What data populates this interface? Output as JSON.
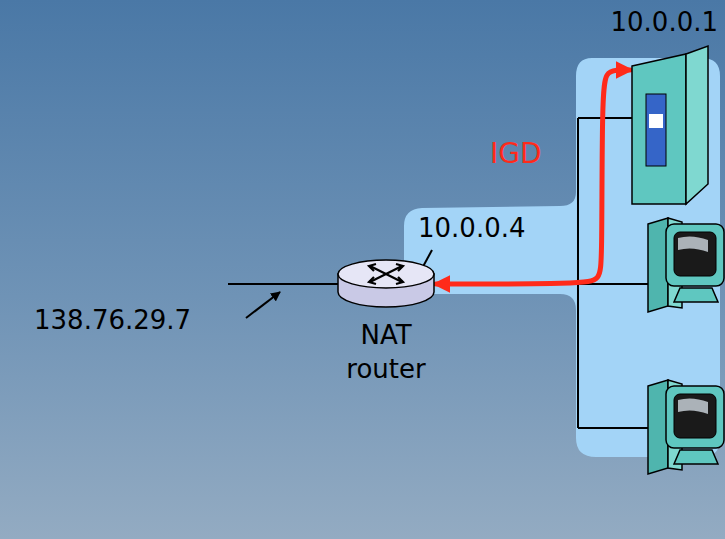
{
  "diagram": {
    "nodes": [
      {
        "text": [
          "NAT router"
        ]
      },
      {
        "text": [
          "10.0.0.1"
        ]
      }
    ],
    "edges": [
      {
        "from": 0,
        "to": 1,
        "label": "IGD",
        "arrow": "both"
      }
    ],
    "labels": [
      "138.76.29.7",
      "10.0.0.4"
    ]
  }
}
